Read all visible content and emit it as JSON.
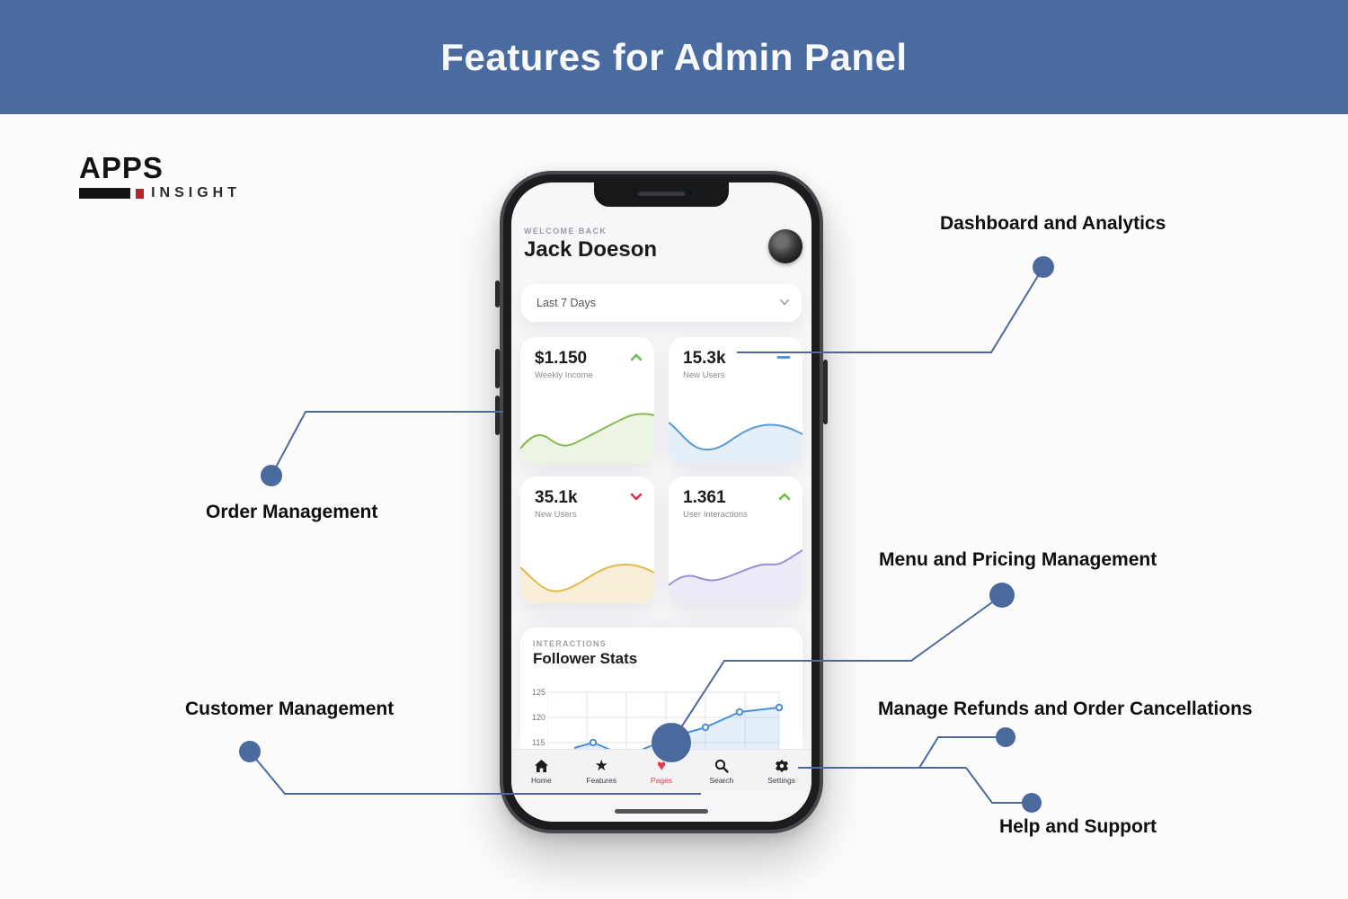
{
  "banner": {
    "title": "Features for Admin Panel",
    "bg_color": "#4a6b9f"
  },
  "logo": {
    "primary": "APPS",
    "secondary": "INSIGHT",
    "accent_color": "#b5252a"
  },
  "features": {
    "dashboard": "Dashboard and Analytics",
    "order": "Order Management",
    "menu": "Menu and Pricing Management",
    "customer": "Customer Management",
    "refunds": "Manage Refunds and Order Cancellations",
    "help": "Help and Support"
  },
  "phone": {
    "welcome_back": "WELCOME BACK",
    "user_name": "Jack Doeson",
    "date_filter": "Last 7 Days",
    "stats": [
      {
        "value": "$1.150",
        "label": "Weekly Income",
        "trend": "up",
        "line_color": "#86b94e"
      },
      {
        "value": "15.3k",
        "label": "New Users",
        "trend": "neutral",
        "line_color": "#5b9bd5"
      },
      {
        "value": "35.1k",
        "label": "New Users",
        "trend": "down",
        "line_color": "#e3b84f"
      },
      {
        "value": "1.361",
        "label": "User Interactions",
        "trend": "up",
        "line_color": "#9a8fd6"
      }
    ],
    "interactions_section": {
      "eyebrow": "INTERACTIONS",
      "title": "Follower Stats",
      "chart": {
        "type": "line",
        "yticks": [
          "125",
          "120",
          "115"
        ],
        "values": [
          115,
          113,
          114,
          116,
          118,
          121,
          122
        ],
        "line_color": "#4a90d9"
      }
    },
    "nav": [
      {
        "label": "Home"
      },
      {
        "label": "Features"
      },
      {
        "label": "Pages",
        "active": true
      },
      {
        "label": "Search"
      },
      {
        "label": "Settings"
      }
    ]
  },
  "colors": {
    "connector": "#4a6a9d",
    "active_nav": "#e23a4e",
    "trend_up": "#6abf4b",
    "trend_down": "#d6334c",
    "trend_neutral": "#4f97e0"
  }
}
